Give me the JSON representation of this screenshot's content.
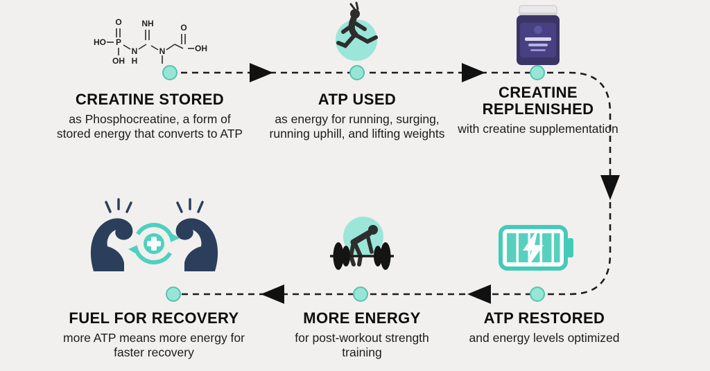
{
  "diagram_name": "creatine-atp-cycle",
  "colors": {
    "background": "#f1f0ee",
    "accent_light": "#9be6d8",
    "accent": "#45cab9",
    "flow_line": "#1c1c1c",
    "navy": "#2b3f5c",
    "jar_body": "#3b3566"
  },
  "steps": [
    {
      "id": "creatine-stored",
      "title": "CREATINE STORED",
      "description": "as Phosphocreatine, a form of stored energy that converts to ATP",
      "icon": "molecule-icon"
    },
    {
      "id": "atp-used",
      "title": "ATP USED",
      "description": "as energy for running, surging, running uphill, and lifting weights",
      "icon": "runner-icon"
    },
    {
      "id": "creatine-replenished",
      "title": "CREATINE REPLENISHED",
      "description": "with creatine supplementation",
      "icon": "supplement-jar-icon"
    },
    {
      "id": "atp-restored",
      "title": "ATP RESTORED",
      "description": "and energy levels optimized",
      "icon": "battery-icon"
    },
    {
      "id": "more-energy",
      "title": "MORE ENERGY",
      "description": "for post-workout strength training",
      "icon": "weightlifter-icon"
    },
    {
      "id": "fuel-for-recovery",
      "title": "FUEL FOR RECOVERY",
      "description": "more ATP means more energy for faster recovery",
      "icon": "recovery-arms-icon"
    }
  ],
  "molecule_labels": {
    "nh": "NH",
    "ho": "HO",
    "o_p": "O",
    "p": "P",
    "oh_p": "OH",
    "n1": "N",
    "h1": "H",
    "n2": "N",
    "o_c": "O",
    "oh_c": "OH"
  }
}
